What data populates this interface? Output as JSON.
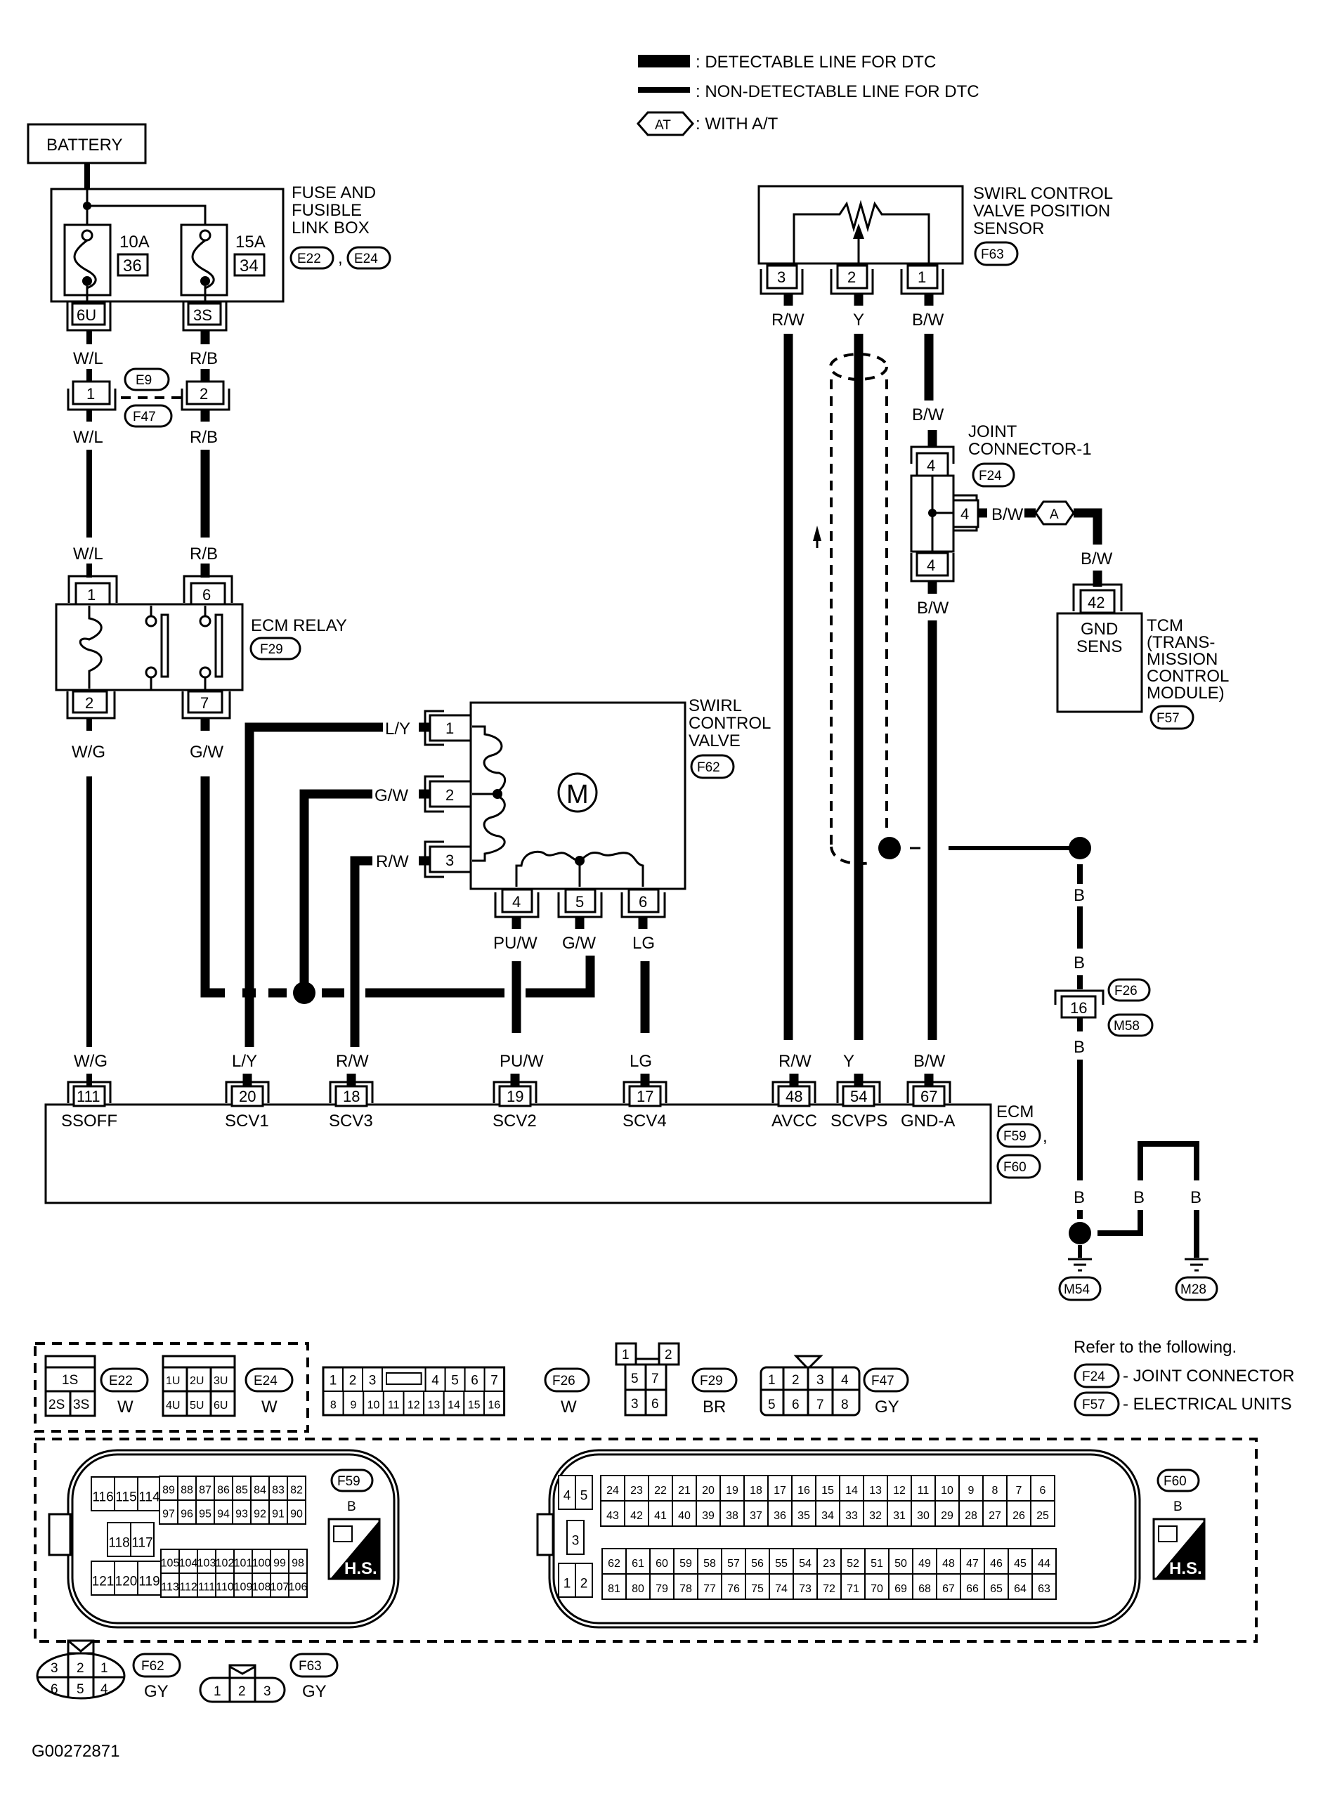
{
  "legend": {
    "detectable": "DETECTABLE LINE FOR DTC",
    "non_detectable": "NON-DETECTABLE LINE FOR DTC",
    "at_symbol": "AT",
    "at_text": "WITH A/T",
    "separator": ":"
  },
  "battery": {
    "label": "BATTERY"
  },
  "fuse_box": {
    "title": [
      "FUSE AND",
      "FUSIBLE",
      "LINK BOX"
    ],
    "connectors": [
      "E22",
      "E24"
    ],
    "comma": ",",
    "fuses": [
      {
        "rating": "10A",
        "number": "36",
        "pin": "6U"
      },
      {
        "rating": "15A",
        "number": "34",
        "pin": "3S"
      }
    ]
  },
  "wires": {
    "wl": "W/L",
    "rb": "R/B",
    "wg": "W/G",
    "gw": "G/W",
    "ly": "L/Y",
    "rw": "R/W",
    "puw": "PU/W",
    "lg": "LG",
    "y": "Y",
    "bw": "B/W",
    "b": "B"
  },
  "e9_f47": {
    "codes": [
      "E9",
      "F47"
    ],
    "pins": [
      "1",
      "2"
    ]
  },
  "ecm_relay": {
    "title": "ECM RELAY",
    "code": "F29",
    "pins_top": [
      "1",
      "6"
    ],
    "pins_bottom": [
      "2",
      "7"
    ]
  },
  "swirl_valve": {
    "title": [
      "SWIRL",
      "CONTROL",
      "VALVE"
    ],
    "code": "F62",
    "motor": "M",
    "pins_left": [
      "1",
      "2",
      "3"
    ],
    "pins_bottom": [
      "4",
      "5",
      "6"
    ]
  },
  "scv_sensor": {
    "title": [
      "SWIRL CONTROL",
      "VALVE POSITION",
      "SENSOR"
    ],
    "code": "F63",
    "pins": [
      "3",
      "2",
      "1"
    ]
  },
  "joint_connector": {
    "title": [
      "JOINT",
      "CONNECTOR-1"
    ],
    "code": "F24",
    "pins": [
      "4",
      "4",
      "4"
    ]
  },
  "harness_marker": "A",
  "tcm": {
    "pin": "42",
    "inner": [
      "GND",
      "SENS"
    ],
    "title": [
      "TCM",
      "(TRANS-",
      "MISSION",
      "CONTROL",
      "MODULE)"
    ],
    "code": "F57"
  },
  "f26_m58": {
    "pin": "16",
    "codes": [
      "F26",
      "M58"
    ]
  },
  "ecm": {
    "title": "ECM",
    "codes": [
      "F59",
      "F60"
    ],
    "terminals": [
      {
        "pin": "111",
        "name": "SSOFF",
        "wire": "W/G"
      },
      {
        "pin": "20",
        "name": "SCV1",
        "wire": "L/Y"
      },
      {
        "pin": "18",
        "name": "SCV3",
        "wire": "R/W"
      },
      {
        "pin": "19",
        "name": "SCV2",
        "wire": "PU/W"
      },
      {
        "pin": "17",
        "name": "SCV4",
        "wire": "LG"
      },
      {
        "pin": "48",
        "name": "AVCC",
        "wire": "R/W"
      },
      {
        "pin": "54",
        "name": "SCVPS",
        "wire": "Y"
      },
      {
        "pin": "67",
        "name": "GND-A",
        "wire": "B/W"
      }
    ]
  },
  "grounds": [
    "M54",
    "M28"
  ],
  "connector_views": {
    "e22": {
      "code": "E22",
      "color": "W",
      "pins": [
        "1S",
        "2S",
        "3S"
      ]
    },
    "e24": {
      "code": "E24",
      "color": "W",
      "pins": [
        "1U",
        "2U",
        "3U",
        "4U",
        "5U",
        "6U"
      ]
    },
    "f26": {
      "code": "F26",
      "color": "W",
      "row1": [
        "1",
        "2",
        "3",
        "4",
        "5",
        "6",
        "7"
      ],
      "row2": [
        "8",
        "9",
        "10",
        "11",
        "12",
        "13",
        "14",
        "15",
        "16"
      ]
    },
    "f29": {
      "code": "F29",
      "color": "BR",
      "pins": [
        "1",
        "2",
        "5",
        "7",
        "3",
        "6"
      ]
    },
    "f47": {
      "code": "F47",
      "color": "GY",
      "row1": [
        "1",
        "2",
        "3",
        "4"
      ],
      "row2": [
        "5",
        "6",
        "7",
        "8"
      ]
    },
    "f59": {
      "code": "F59",
      "color": "B",
      "hs": "H.S.",
      "block_a": [
        "116",
        "115",
        "114"
      ],
      "block_b": [
        "118",
        "117"
      ],
      "block_c": [
        "121",
        "120",
        "119"
      ],
      "row1": [
        "89",
        "88",
        "87",
        "86",
        "85",
        "84",
        "83",
        "82"
      ],
      "row2": [
        "97",
        "96",
        "95",
        "94",
        "93",
        "92",
        "91",
        "90"
      ],
      "row3": [
        "105",
        "104",
        "103",
        "102",
        "101",
        "100",
        "99",
        "98"
      ],
      "row4": [
        "113",
        "112",
        "111",
        "110",
        "109",
        "108",
        "107",
        "106"
      ]
    },
    "f60": {
      "code": "F60",
      "color": "B",
      "hs": "H.S.",
      "small": [
        "4",
        "5",
        "3",
        "1",
        "2"
      ],
      "row1": [
        "24",
        "23",
        "22",
        "21",
        "20",
        "19",
        "18",
        "17",
        "16",
        "15",
        "14",
        "13",
        "12",
        "11",
        "10",
        "9",
        "8",
        "7",
        "6"
      ],
      "row2": [
        "43",
        "42",
        "41",
        "40",
        "39",
        "38",
        "37",
        "36",
        "35",
        "34",
        "33",
        "32",
        "31",
        "30",
        "29",
        "28",
        "27",
        "26",
        "25"
      ],
      "row3": [
        "62",
        "61",
        "60",
        "59",
        "58",
        "57",
        "56",
        "55",
        "54",
        "23",
        "52",
        "51",
        "50",
        "49",
        "48",
        "47",
        "46",
        "45",
        "44"
      ],
      "row4": [
        "81",
        "80",
        "79",
        "78",
        "77",
        "76",
        "75",
        "74",
        "73",
        "72",
        "71",
        "70",
        "69",
        "68",
        "67",
        "66",
        "65",
        "64",
        "63"
      ]
    },
    "f62": {
      "code": "F62",
      "color": "GY",
      "row1": [
        "3",
        "2",
        "1"
      ],
      "row2": [
        "6",
        "5",
        "4"
      ]
    },
    "f63": {
      "code": "F63",
      "color": "GY",
      "pins": [
        "1",
        "2",
        "3"
      ]
    }
  },
  "refer": {
    "heading": "Refer to the following.",
    "items": [
      {
        "code": "F24",
        "text": "- JOINT CONNECTOR"
      },
      {
        "code": "F57",
        "text": "- ELECTRICAL UNITS"
      }
    ]
  },
  "figure_id": "G00272871"
}
